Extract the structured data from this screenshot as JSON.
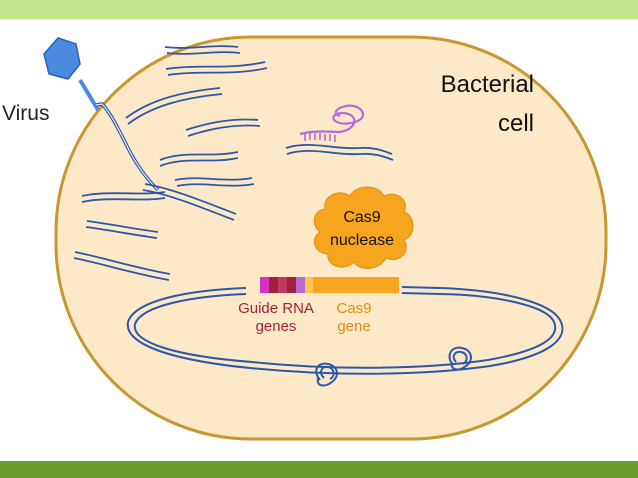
{
  "labels": {
    "virus": "Virus",
    "cell_line1": "Bacterial",
    "cell_line2": "cell",
    "cas9_line1": "Cas9",
    "cas9_line2": "nuclease",
    "guide_line1": "Guide RNA",
    "guide_line2": "genes",
    "gene_line1": "Cas9",
    "gene_line2": "gene"
  },
  "colors": {
    "top_bar": "#c4e58c",
    "bottom_bar": "#6c9b2e",
    "cell_fill": "#fde9c8",
    "cell_border": "#c9962f",
    "dna_blue": "#2b58a8",
    "virus_fill": "#4a8ae0",
    "cas9_orange": "#f7a51e",
    "guide_rna_red": "#a0233a",
    "rna_purple": "#b76bd6"
  },
  "icons": {
    "virus": "hexagon-head-phage",
    "cas9_protein": "cloud-blob",
    "chromosome": "circular-dna-loop",
    "rna_complex": "guide-rna-hairpin"
  }
}
